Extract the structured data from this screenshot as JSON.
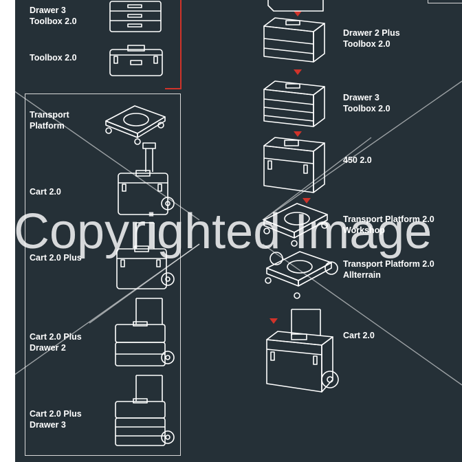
{
  "left_column": {
    "top_labels": [
      "Drawer 3\nToolbox 2.0",
      "Toolbox 2.0"
    ],
    "box_labels": [
      "Transport\nPlatform",
      "Cart 2.0",
      "Cart 2.0 Plus",
      "Cart 2.0 Plus\nDrawer 2",
      "Cart 2.0 Plus\nDrawer 3"
    ]
  },
  "right_column": {
    "labels": [
      "Drawer 2 Plus\nToolbox 2.0",
      "Drawer 3\nToolbox 2.0",
      "450 2.0",
      "Transport Platform 2.0\nWorkshop",
      "Transport Platform 2.0\nAllterrain",
      "Cart 2.0"
    ]
  },
  "watermark": "Copyrighted Image",
  "colors": {
    "background": "#253037",
    "accent_red": "#d0332a",
    "line": "#ffffff"
  }
}
